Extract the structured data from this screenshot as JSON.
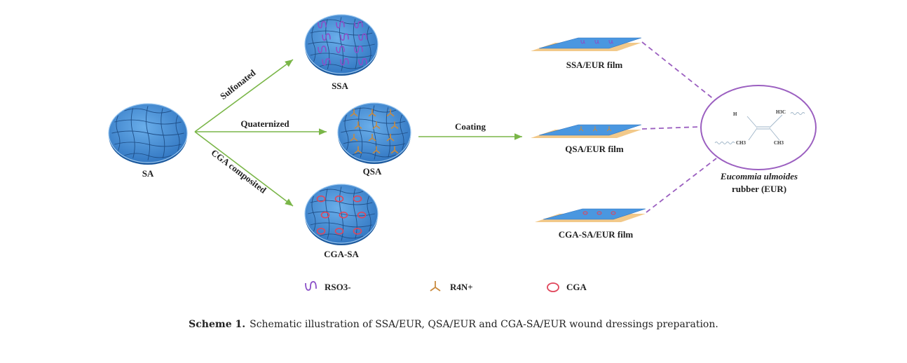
{
  "nodes": {
    "sa": "SA",
    "ssa": "SSA",
    "qsa": "QSA",
    "cgasa": "CGA-SA"
  },
  "arrows": {
    "sulfonated": "Sulfonated",
    "quaternized": "Quaternized",
    "cga_composited": "CGA composited",
    "coating": "Coating"
  },
  "films": {
    "ssa": "SSA/EUR film",
    "qsa": "QSA/EUR film",
    "cgasa": "CGA-SA/EUR film"
  },
  "eur": {
    "molecule": {
      "h": "H",
      "h3c": "H3C",
      "ch3_left": "CH3",
      "ch3_right": "CH3"
    },
    "name_italic": "Eucommia ulmoides",
    "name_rest": "rubber (EUR)"
  },
  "legend": {
    "rso3": "RSO3-",
    "r4n": "R4N+",
    "cga": "CGA"
  },
  "caption": {
    "label": "Scheme 1.",
    "text": "Schematic illustration of SSA/EUR, QSA/EUR and CGA-SA/EUR wound dressings preparation."
  },
  "colors": {
    "disc": "#4a8fd6",
    "arrow": "#7ab648",
    "sulfonate": "#8a4fc7",
    "ammonium": "#c98a3e",
    "cga": "#e0455a",
    "eur_outline": "#9b5fc0",
    "film_base": "#f2c98a"
  }
}
